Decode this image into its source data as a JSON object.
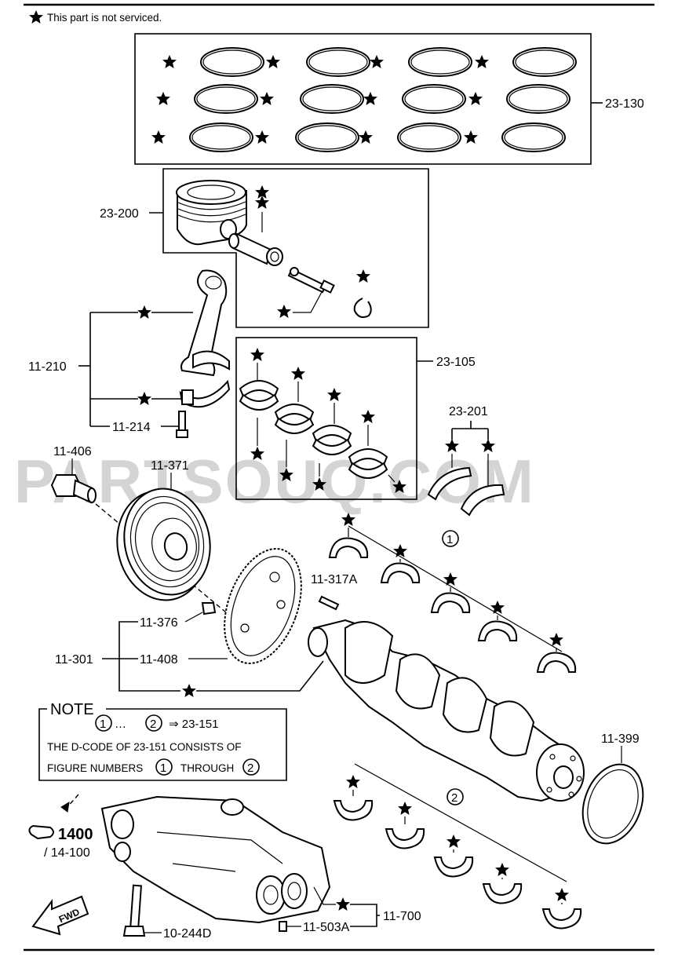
{
  "legend": {
    "text": "This part is not serviced."
  },
  "labels": {
    "p23_130": "23-130",
    "p23_200": "23-200",
    "p11_210": "11-210",
    "p11_214": "11-214",
    "p23_105": "23-105",
    "p23_201": "23-201",
    "p11_406": "11-406",
    "p11_371": "11-371",
    "p11_317A": "11-317A",
    "p11_376": "11-376",
    "p11_301": "11-301",
    "p11_408": "11-408",
    "p11_399": "11-399",
    "p10_244D": "10-244D",
    "p11_503A": "11-503A",
    "p11_700": "11-700",
    "p1400": "1400",
    "p14_100": "/ 14-100"
  },
  "callouts": {
    "one": "1",
    "two": "2"
  },
  "note": {
    "title": "NOTE",
    "line1_mid": "…",
    "line1_arrow": "⇒ 23-151",
    "line2": "THE D-CODE OF  23-151  CONSISTS OF",
    "line3a": "FIGURE NUMBERS",
    "line3b": "THROUGH"
  },
  "fwd": "FWD",
  "watermark": "PARTSOUQ.COM"
}
